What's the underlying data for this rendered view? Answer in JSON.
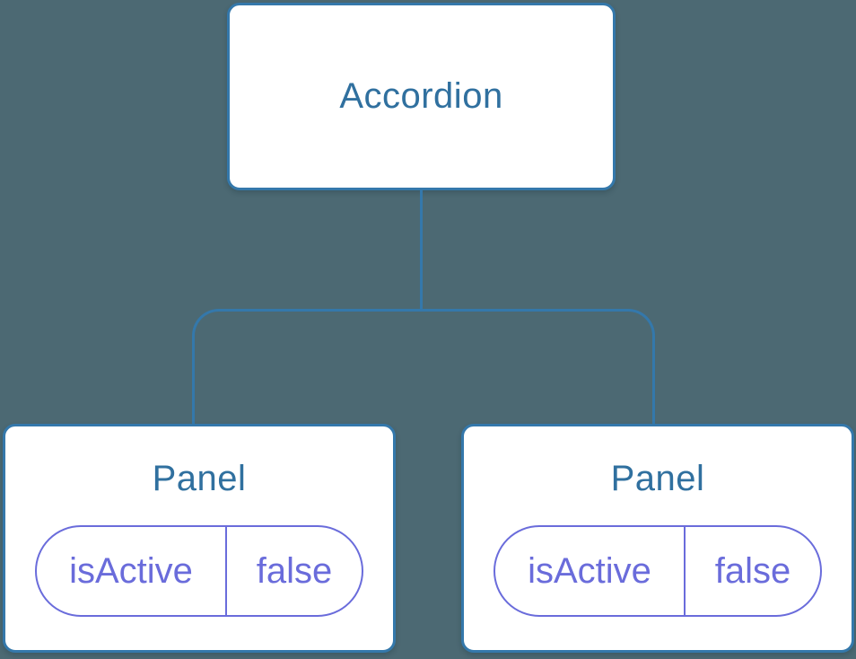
{
  "diagram": {
    "type": "component-tree",
    "root": {
      "label": "Accordion"
    },
    "children": [
      {
        "label": "Panel",
        "state": {
          "key": "isActive",
          "value": "false"
        }
      },
      {
        "label": "Panel",
        "state": {
          "key": "isActive",
          "value": "false"
        }
      }
    ]
  },
  "colors": {
    "background": "#4c6973",
    "card_background": "#ffffff",
    "card_border": "#3478ab",
    "connector": "#3478ab",
    "node_text": "#30709f",
    "state_accent": "#6a6cdb"
  }
}
